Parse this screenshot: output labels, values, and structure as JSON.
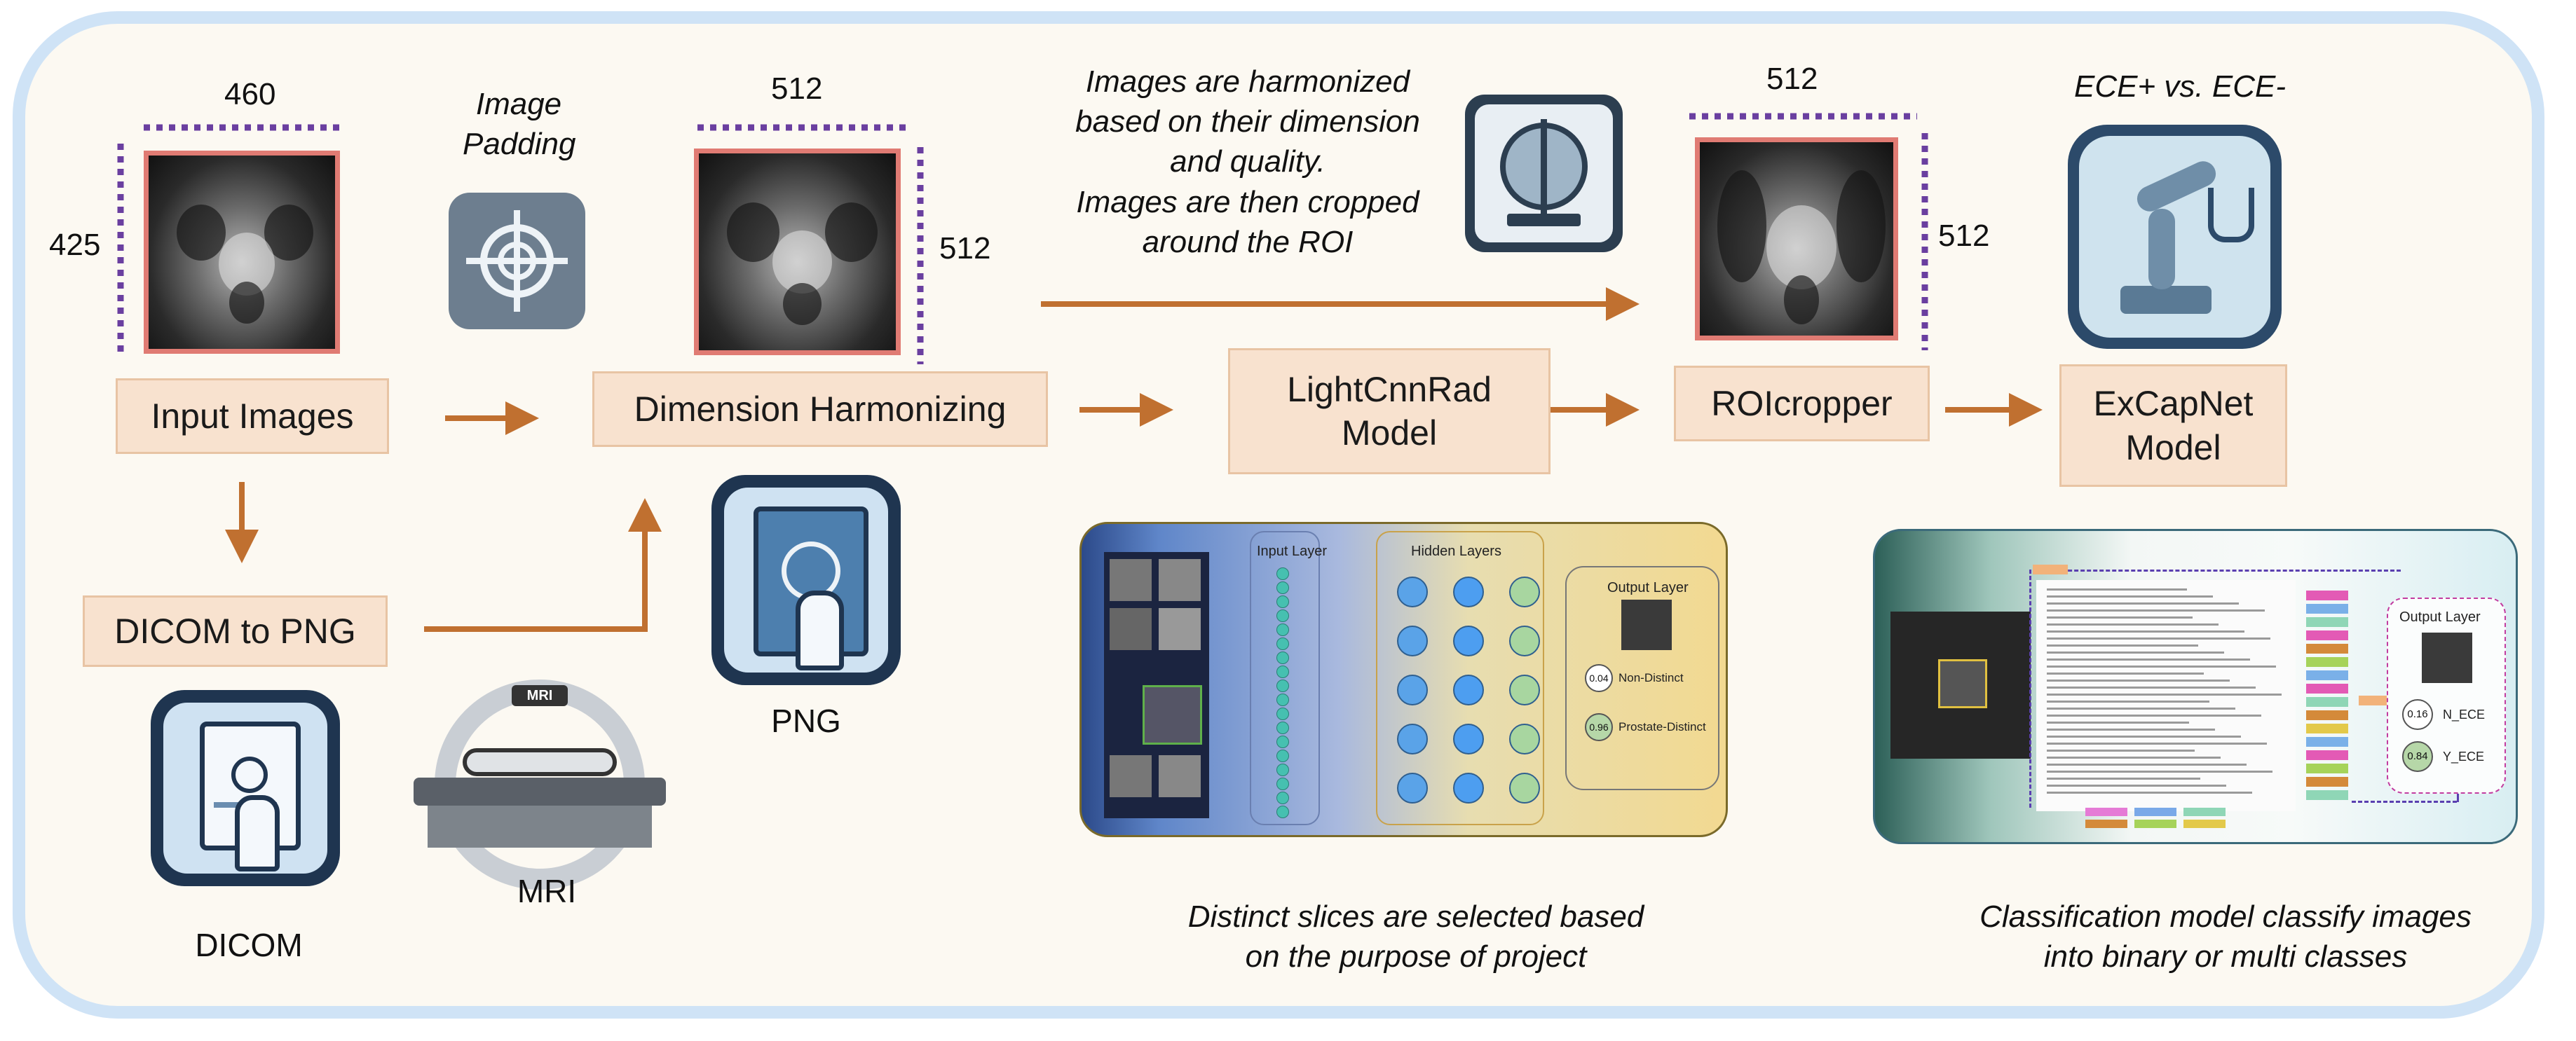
{
  "dims": {
    "input_top": "460",
    "input_left": "425",
    "harm_top": "512",
    "harm_right": "512",
    "roi_top": "512",
    "roi_right": "512"
  },
  "captions": {
    "padding_line1": "Image",
    "padding_line2": "Padding",
    "harmonize_line1": "Images are harmonized",
    "harmonize_line2": "based on their dimension",
    "harmonize_line3": "and quality.",
    "harmonize_line4": "Images are then cropped",
    "harmonize_line5": "around the ROI",
    "ece": "ECE+ vs. ECE-",
    "slices_line1": "Distinct slices are selected based",
    "slices_line2": "on the purpose of project",
    "classify_line1": "Classification model classify images",
    "classify_line2": "into binary or multi classes"
  },
  "boxes": {
    "input_images": "Input Images",
    "dicom_to_png": "DICOM to PNG",
    "dimension_harmonizing": "Dimension Harmonizing",
    "lightcnnrad_line1": "LightCnnRad",
    "lightcnnrad_line2": "Model",
    "roicropper": "ROIcropper",
    "excapnet_line1": "ExCapNet",
    "excapnet_line2": "Model"
  },
  "icon_labels": {
    "dicom": "DICOM",
    "mri": "MRI",
    "png": "PNG",
    "mri_scanner_badge": "MRI"
  },
  "icons": [
    "image-padding-icon",
    "brain-scan-icon",
    "robot-arm-icon",
    "dicom-file-icon",
    "mri-scanner-icon",
    "png-file-icon"
  ],
  "lightcnn_panel": {
    "input_layer": "Input Layer",
    "hidden_layers": "Hidden Layers",
    "output_layer": "Output Layer",
    "out1_value": "0.04",
    "out1_label": "Non-Distinct",
    "out2_value": "0.96",
    "out2_label": "Prostate-Distinct"
  },
  "excapnet_panel": {
    "output_layer": "Output Layer",
    "out1_value": "0.16",
    "out1_label": "N_ECE",
    "out2_value": "0.84",
    "out2_label": "Y_ECE"
  },
  "colors": {
    "arrow": "#c07030",
    "box_fill": "#f8e2cf",
    "mri_border": "#e07b73",
    "dots": "#6a3fa0",
    "frame": "#cfe3f6"
  }
}
